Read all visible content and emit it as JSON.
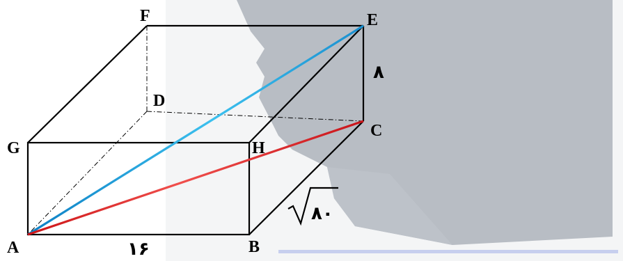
{
  "diagram": {
    "vertices": {
      "A": "A",
      "B": "B",
      "C": "C",
      "D": "D",
      "E": "E",
      "F": "F",
      "G": "G",
      "H": "H"
    },
    "measurements": {
      "length_AB": "۱۶",
      "height_CE": "۸",
      "width_BC": "۸۰"
    },
    "colors": {
      "edge": "#000000",
      "diagonal_AE": "#29abe2",
      "diagonal_AC": "#e52421",
      "watermark": "#b7bcc3"
    }
  }
}
